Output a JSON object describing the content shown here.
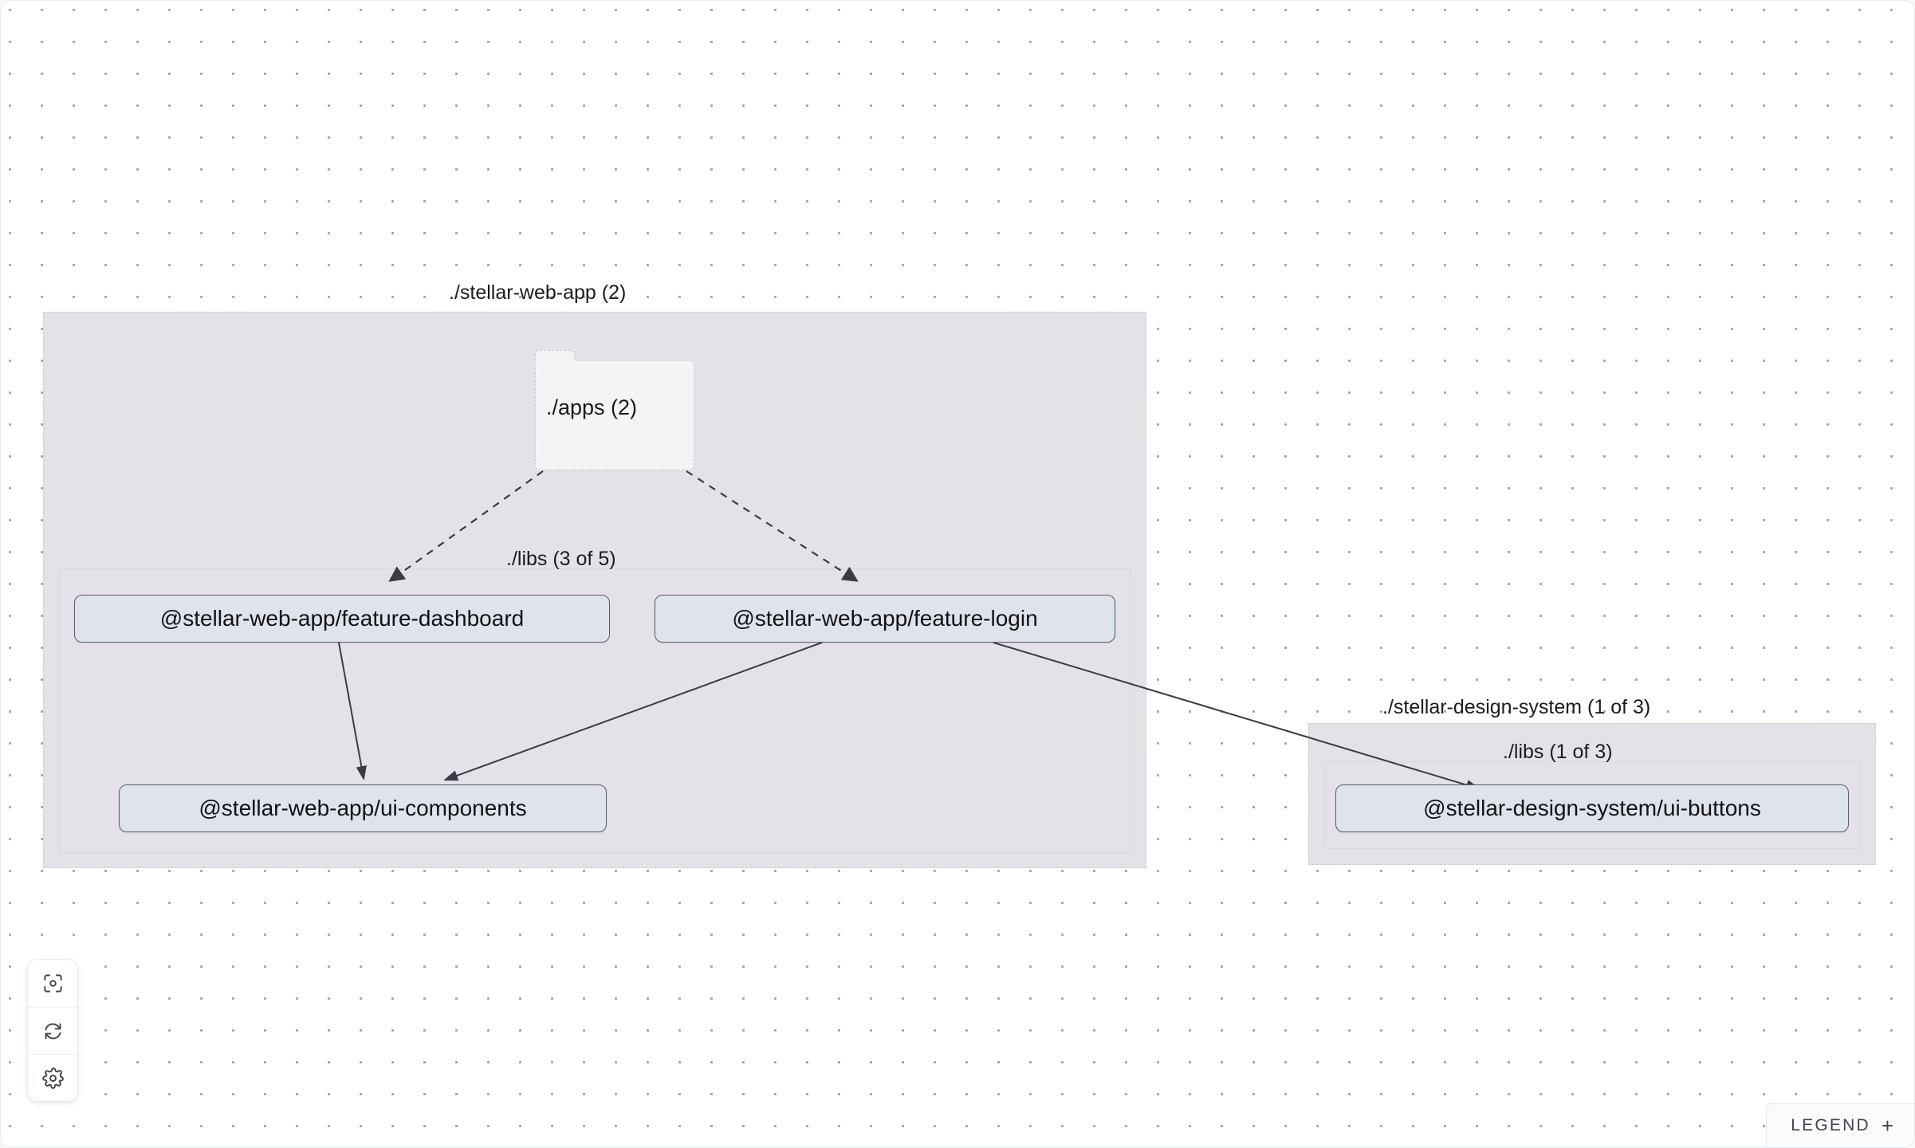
{
  "canvas": {
    "background_color": "#ffffff",
    "dot_color": "#9aa5b4",
    "dot_spacing": 40
  },
  "graph": {
    "groups": [
      {
        "id": "stellar-web-app",
        "label": "./stellar-web-app (2)",
        "fill": "#e4e1e8",
        "subgroups": [
          {
            "id": "web-app-libs",
            "label": "./libs (3 of 5)"
          }
        ]
      },
      {
        "id": "stellar-design-system",
        "label": "./stellar-design-system (1 of 3)",
        "fill": "#e4e1e8",
        "subgroups": [
          {
            "id": "design-system-libs",
            "label": "./libs (1 of 3)"
          }
        ]
      }
    ],
    "folders": [
      {
        "id": "apps",
        "label": "./apps (2)",
        "fill": "#f4f4f7"
      }
    ],
    "nodes": [
      {
        "id": "feature-dashboard",
        "label": "@stellar-web-app/feature-dashboard"
      },
      {
        "id": "feature-login",
        "label": "@stellar-web-app/feature-login"
      },
      {
        "id": "ui-components",
        "label": "@stellar-web-app/ui-components"
      },
      {
        "id": "ui-buttons",
        "label": "@stellar-design-system/ui-buttons"
      }
    ],
    "edges": [
      {
        "from": "apps",
        "to": "feature-dashboard",
        "style": "dashed"
      },
      {
        "from": "apps",
        "to": "feature-login",
        "style": "dashed"
      },
      {
        "from": "feature-dashboard",
        "to": "ui-components",
        "style": "solid"
      },
      {
        "from": "feature-login",
        "to": "ui-components",
        "style": "solid"
      },
      {
        "from": "feature-login",
        "to": "ui-buttons",
        "style": "solid"
      }
    ]
  },
  "toolbar": {
    "buttons": [
      {
        "id": "focus",
        "icon": "focus-target-icon",
        "title": "Focus"
      },
      {
        "id": "refresh",
        "icon": "refresh-icon",
        "title": "Refresh"
      },
      {
        "id": "settings",
        "icon": "gear-icon",
        "title": "Settings"
      }
    ]
  },
  "legend": {
    "label": "LEGEND",
    "expand_symbol": "+"
  }
}
